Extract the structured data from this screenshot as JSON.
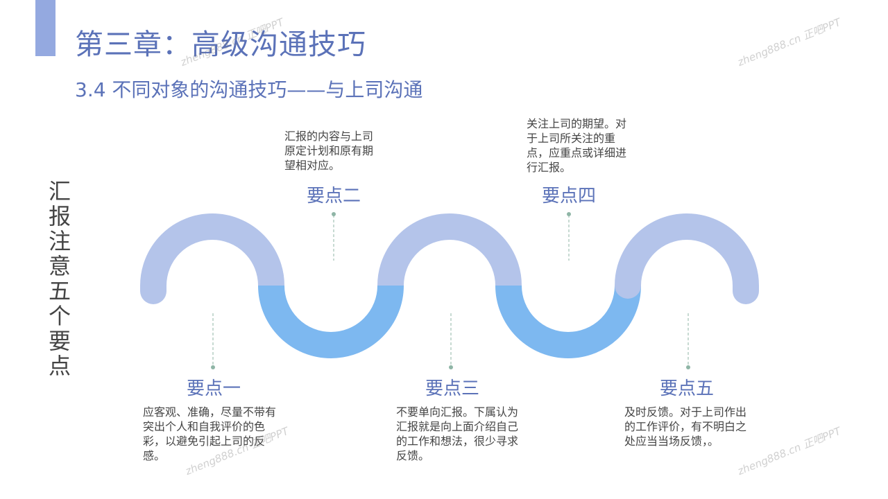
{
  "header": {
    "title": "第三章：高级沟通技巧",
    "subtitle": "3.4 不同对象的沟通技巧——与上司沟通"
  },
  "side_title": "汇报注意五个要点",
  "points": [
    {
      "label": "要点一",
      "text": "应客观、准确，尽量不带有突出个人和自我评价的色彩，以避免引起上司的反感。"
    },
    {
      "label": "要点二",
      "text": "汇报的内容与上司原定计划和原有期望相对应。"
    },
    {
      "label": "要点三",
      "text": "不要单向汇报。下属认为汇报就是向上面介绍自己的工作和想法，很少寻求反馈。"
    },
    {
      "label": "要点四",
      "text": "关注上司的期望。对于上司所关注的重点，应重点或详细进行汇报。"
    },
    {
      "label": "要点五",
      "text": "及时反馈。对于上司作出的工作评价，有不明白之处应当当场反馈，。"
    }
  ],
  "watermark": "zheng888.cn 正吧PPT",
  "colors": {
    "accent": "#5b72b8",
    "arc_light": "#b4c4ea",
    "arc_blue": "#7db8f0",
    "connector": "#8fb5a6"
  }
}
